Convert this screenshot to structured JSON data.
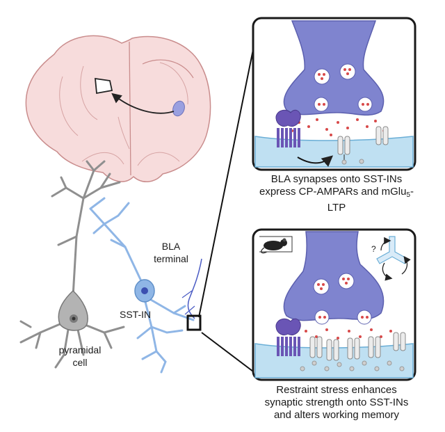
{
  "panel_top": {
    "caption_line1": "BLA synapses onto SST-INs",
    "caption_line2_prefix": "express CP-AMPARs and mGlu",
    "caption_line2_subscript": "5",
    "caption_line2_suffix": "-LTP"
  },
  "panel_bottom": {
    "caption_line1": "Restraint stress enhances",
    "caption_line2": "synaptic strength onto SST-INs",
    "caption_line3": "and alters working memory",
    "maze_question_mark": "?"
  },
  "neurons": {
    "bla_label_line1": "BLA",
    "bla_label_line2": "terminal",
    "sst_label": "SST-IN",
    "pyramidal_label_line1": "pyramidal",
    "pyramidal_label_line2": "cell"
  },
  "colors": {
    "brain_fill": "#f7dcdc",
    "brain_stroke": "#c98c8c",
    "presynaptic": "#7f84cf",
    "postsynaptic": "#bfe0f2",
    "receptor_purple": "#6a55b5",
    "vesicle_dot": "#d84a4a",
    "sst_blue": "#8fb6e6",
    "pyramidal_gray": "#a9a9a9"
  }
}
